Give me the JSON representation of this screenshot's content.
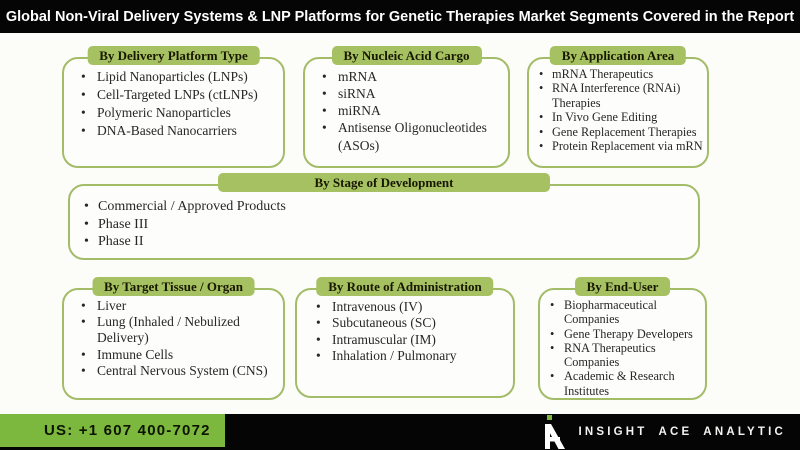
{
  "title": "Global Non-Viral Delivery Systems & LNP Platforms for Genetic Therapies Market Segments Covered in the Report",
  "colors": {
    "tab_green": "#a6c161",
    "border_green": "#a3bc68",
    "footer_green": "#7cb83e",
    "bar_black": "#050505"
  },
  "segments": [
    {
      "title": "By Delivery Platform Type",
      "items": [
        "Lipid Nanoparticles (LNPs)",
        "Cell-Targeted LNPs (ctLNPs)",
        "Polymeric Nanoparticles",
        "DNA-Based Nanocarriers"
      ]
    },
    {
      "title": "By Nucleic Acid Cargo",
      "items": [
        "mRNA",
        "siRNA",
        "miRNA",
        "Antisense Oligonucleotides (ASOs)"
      ]
    },
    {
      "title": "By Application Area",
      "items": [
        "mRNA Therapeutics",
        "RNA Interference (RNAi) Therapies",
        "In Vivo Gene Editing",
        "Gene Replacement Therapies",
        "Protein Replacement via mRN"
      ]
    },
    {
      "title": "By Stage of Development",
      "items": [
        "Commercial / Approved Products",
        "Phase III",
        "Phase II"
      ]
    },
    {
      "title": "By Target Tissue / Organ",
      "items": [
        "Liver",
        "Lung (Inhaled / Nebulized Delivery)",
        "Immune Cells",
        "Central Nervous System (CNS)"
      ]
    },
    {
      "title": "By Route of Administration",
      "items": [
        "Intravenous (IV)",
        "Subcutaneous (SC)",
        "Intramuscular (IM)",
        "Inhalation / Pulmonary"
      ]
    },
    {
      "title": "By End-User",
      "items": [
        "Biopharmaceutical Companies",
        "Gene Therapy Developers",
        "RNA Therapeutics Companies",
        "Academic & Research Institutes"
      ]
    }
  ],
  "footer": {
    "phone": "US: +1 607 400-7072",
    "brand": "INSIGHT ACE ANALYTIC"
  }
}
